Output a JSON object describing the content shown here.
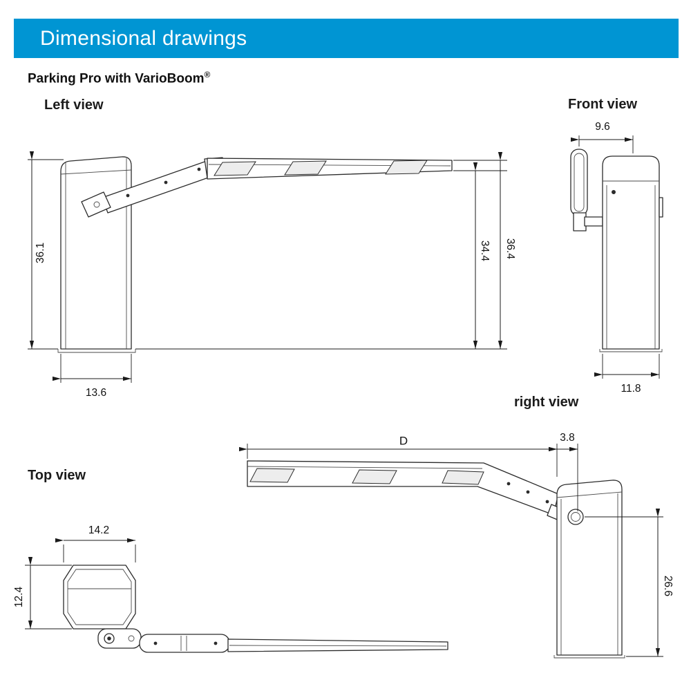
{
  "header": {
    "title": "Dimensional drawings"
  },
  "subtitle": {
    "product": "Parking Pro with VarioBoom",
    "registered_mark": "®"
  },
  "views": {
    "left": {
      "label": "Left view",
      "dims": {
        "overall_height": "36.1",
        "boom_underside_height": "34.4",
        "boom_top_height": "36.4",
        "housing_depth": "13.6"
      }
    },
    "front": {
      "label": "Front view",
      "dims": {
        "boom_offset_width": "9.6",
        "housing_width": "11.8"
      }
    },
    "right": {
      "label": "right view",
      "dims": {
        "boom_length": "D",
        "edge_offset": "3.8",
        "pivot_height": "26.6"
      }
    },
    "top": {
      "label": "Top view",
      "dims": {
        "housing_width": "14.2",
        "housing_depth": "12.4"
      }
    }
  },
  "colors": {
    "banner_bg": "#0095d3",
    "banner_text": "#ffffff",
    "line": "#222222"
  }
}
